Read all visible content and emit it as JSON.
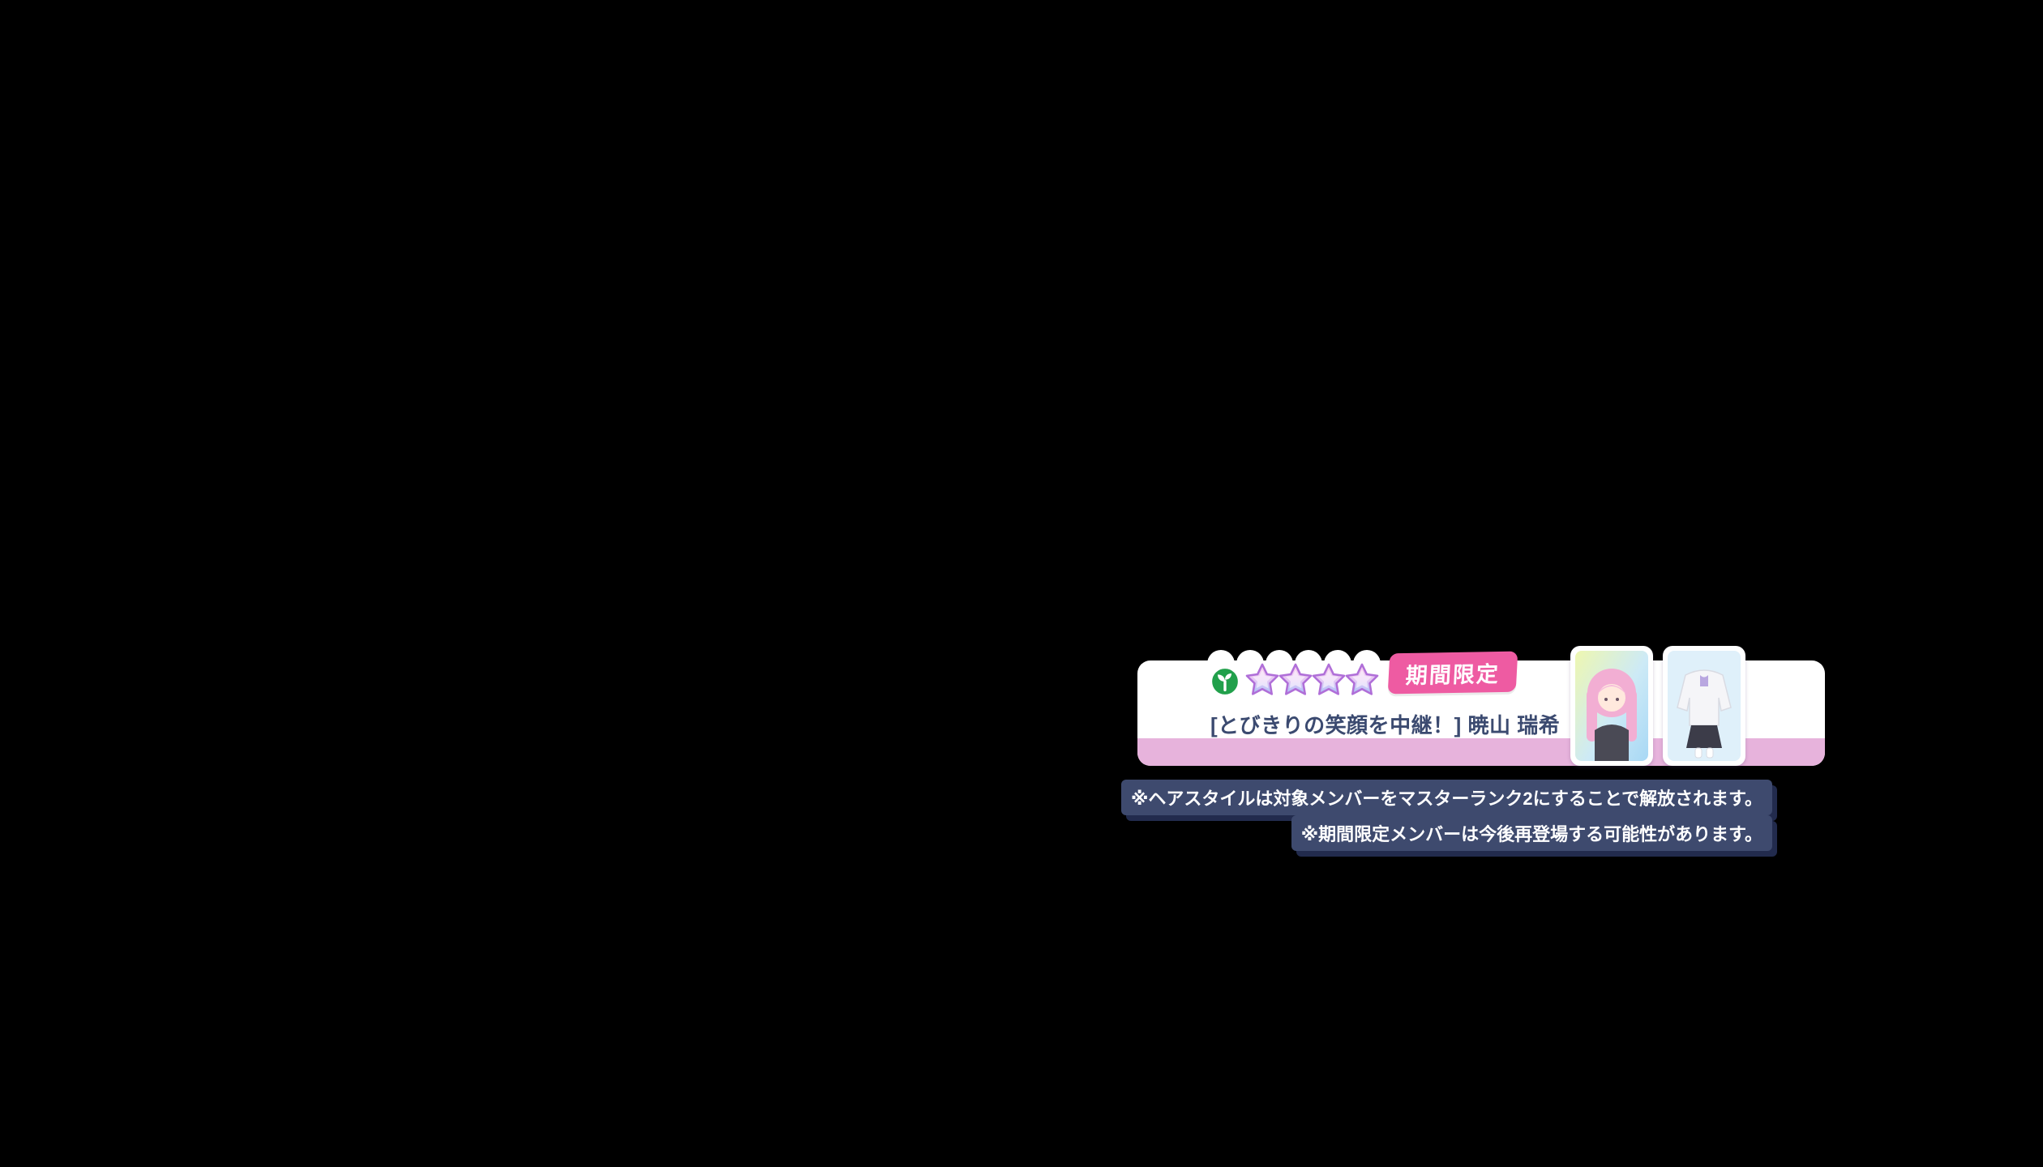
{
  "banner": {
    "attribute": "pure",
    "star_count": 4,
    "badge_label": "期間限定",
    "card_title": "[とびきりの笑顔を中継！] 暁山 瑞希",
    "thumbnails": [
      "member-card-art",
      "costume-hairstyle-preview"
    ]
  },
  "notes": {
    "lines": [
      "※ヘアスタイルは対象メンバーをマスターランク2にすることで解放されます。",
      "※期間限定メンバーは今後再登場する可能性があります。"
    ]
  },
  "colors": {
    "badge_pink": "#ee5ba2",
    "strip_pink": "#e7b3dc",
    "title_navy": "#3b4a70",
    "note_bg": "#3e4a6e",
    "attribute_green": "#21a04b",
    "star_outline": "#b06fd8"
  }
}
